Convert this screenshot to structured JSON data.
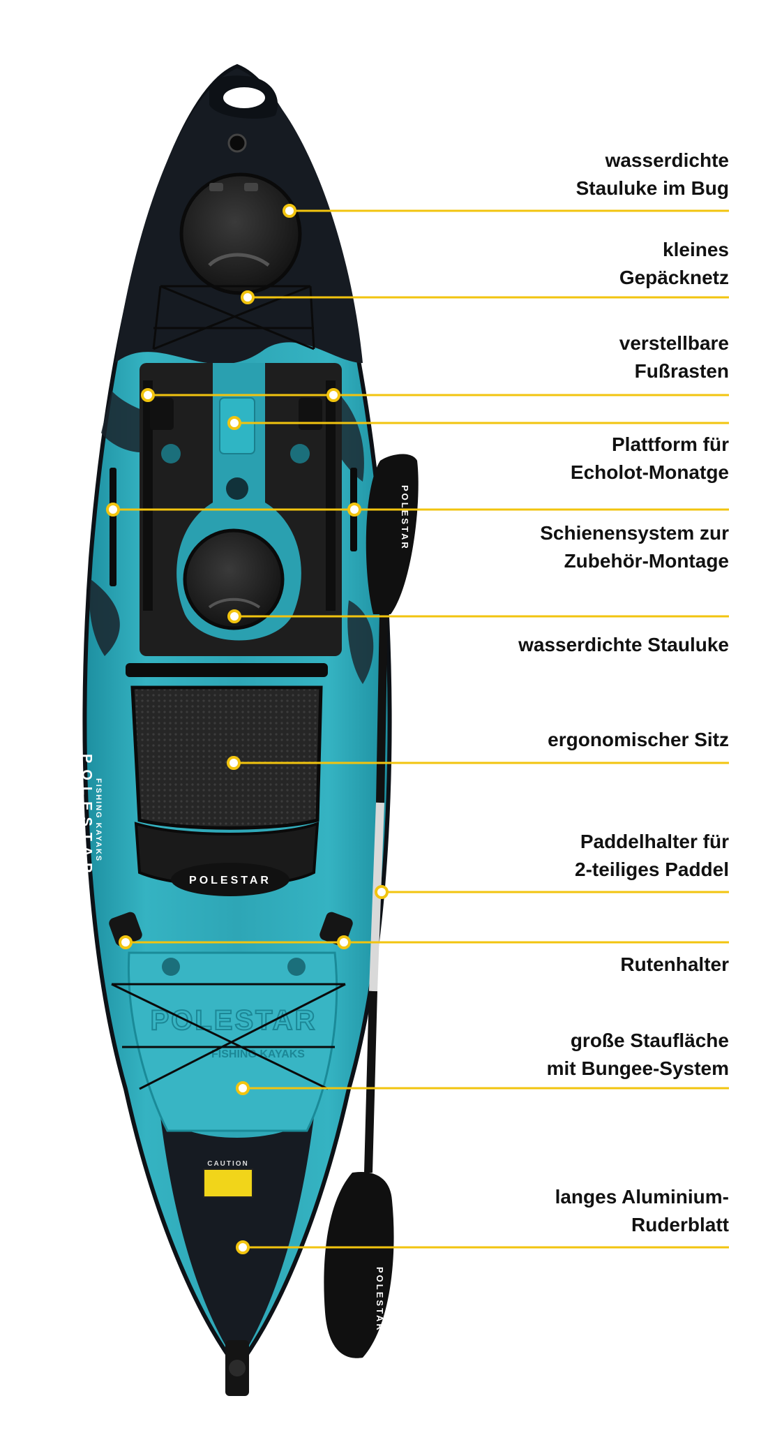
{
  "colors": {
    "background": "#ffffff",
    "hull_teal": "#2fa9b8",
    "hull_teal_light": "#5cc4d2",
    "hull_dark": "#141820",
    "deck_pad": "#1c1c1c",
    "callout_line": "#f2c40f",
    "text": "#111111"
  },
  "brand": {
    "name": "POLESTAR",
    "sub": "FISHING KAYAKS",
    "caution": "CAUTION"
  },
  "callouts": [
    {
      "id": "bow-hatch",
      "text": "wasserdichte\nStauluke im Bug"
    },
    {
      "id": "bungee-net-small",
      "text": "kleines\nGepäcknetz"
    },
    {
      "id": "foot-braces",
      "text": "verstellbare\nFußrasten"
    },
    {
      "id": "fishfinder-platform",
      "text": "Plattform für\nEcholot-Monatge"
    },
    {
      "id": "rail-system",
      "text": "Schienensystem zur\nZubehör-Montage"
    },
    {
      "id": "center-hatch",
      "text": "wasserdichte Stauluke"
    },
    {
      "id": "seat",
      "text": "ergonomischer Sitz"
    },
    {
      "id": "paddle-holder",
      "text": "Paddelhalter für\n2-teiliges Paddel"
    },
    {
      "id": "rod-holder",
      "text": "Rutenhalter"
    },
    {
      "id": "tank-well",
      "text": "große Staufläche\nmit Bungee-System"
    },
    {
      "id": "paddle-blade",
      "text": "langes Aluminium-\nRuderblatt"
    }
  ]
}
